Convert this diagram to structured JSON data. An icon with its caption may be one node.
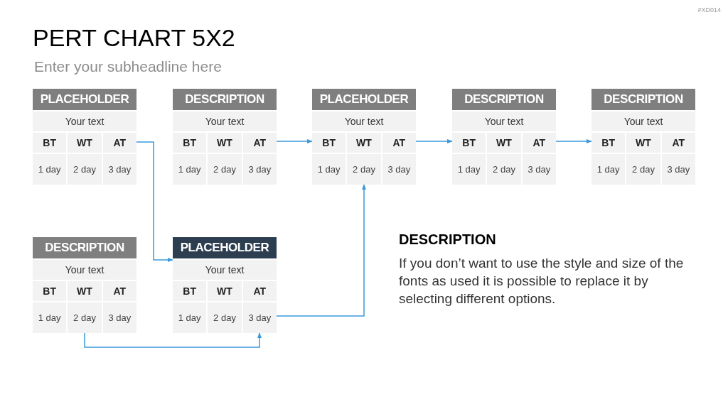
{
  "diagram": {
    "title": "PERT CHART 5X2",
    "caption": "Enter your subheadline here",
    "nodes": [
      {
        "text": [
          "PLACEHOLDER",
          "Your text",
          "BT",
          "WT",
          "AT",
          "1 day",
          "2 day",
          "3 day"
        ]
      },
      {
        "text": [
          "DESCRIPTION",
          "Your text",
          "BT",
          "WT",
          "AT",
          "1 day",
          "2 day",
          "3 day"
        ]
      },
      {
        "text": [
          "PLACEHOLDER",
          "Your text",
          "BT",
          "WT",
          "AT",
          "1 day",
          "2 day",
          "3 day"
        ]
      },
      {
        "text": [
          "DESCRIPTION",
          "Your text",
          "BT",
          "WT",
          "AT",
          "1 day",
          "2 day",
          "3 day"
        ]
      },
      {
        "text": [
          "DESCRIPTION",
          "Your text",
          "BT",
          "WT",
          "AT",
          "1 day",
          "2 day",
          "3 day"
        ]
      },
      {
        "text": [
          "DESCRIPTION",
          "Your text",
          "BT",
          "WT",
          "AT",
          "1 day",
          "2 day",
          "3 day"
        ]
      },
      {
        "text": [
          "PLACEHOLDER",
          "Your text",
          "BT",
          "WT",
          "AT",
          "1 day",
          "2 day",
          "3 day"
        ]
      }
    ],
    "edges": [
      {
        "from": 0,
        "to": 6,
        "arrow": "to"
      },
      {
        "from": 1,
        "to": 2,
        "arrow": "to"
      },
      {
        "from": 2,
        "to": 3,
        "arrow": "to"
      },
      {
        "from": 3,
        "to": 4,
        "arrow": "to"
      },
      {
        "from": 5,
        "to": 6,
        "arrow": "to"
      },
      {
        "from": 6,
        "to": 2,
        "arrow": "to"
      }
    ],
    "labels": [
      "#XD014",
      "DESCRIPTION",
      "If you don’t want to use the style and size of the fonts as used it is possible to replace it by selecting different options."
    ]
  }
}
